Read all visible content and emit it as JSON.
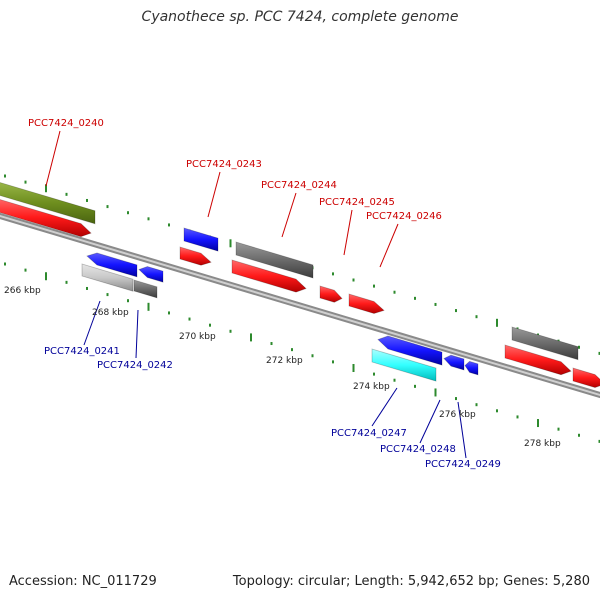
{
  "title": "Cyanothece sp. PCC 7424, complete genome",
  "footer": {
    "accession": "Accession: NC_011729",
    "summary": "Topology: circular; Length: 5,942,652 bp; Genes: 5,280"
  },
  "colors": {
    "backbone": "#8a8a8a",
    "tick": "#2d8a2d",
    "label_forward": "#cc0000",
    "label_reverse": "#000099",
    "red": "#ff1a1a",
    "blue": "#1414ff",
    "gray": "#6b6b6b",
    "light_gray": "#c8c8c8",
    "cyan": "#33ffff",
    "olive": "#6f8f1f"
  },
  "scale_labels": [
    "266 kbp",
    "268 kbp",
    "270 kbp",
    "272 kbp",
    "274 kbp",
    "276 kbp",
    "278 kbp"
  ],
  "gene_labels_forward": [
    "PCC7424_0240",
    "PCC7424_0243",
    "PCC7424_0244",
    "PCC7424_0245",
    "PCC7424_0246"
  ],
  "gene_labels_reverse": [
    "PCC7424_0241",
    "PCC7424_0242",
    "PCC7424_0247",
    "PCC7424_0248",
    "PCC7424_0249"
  ]
}
